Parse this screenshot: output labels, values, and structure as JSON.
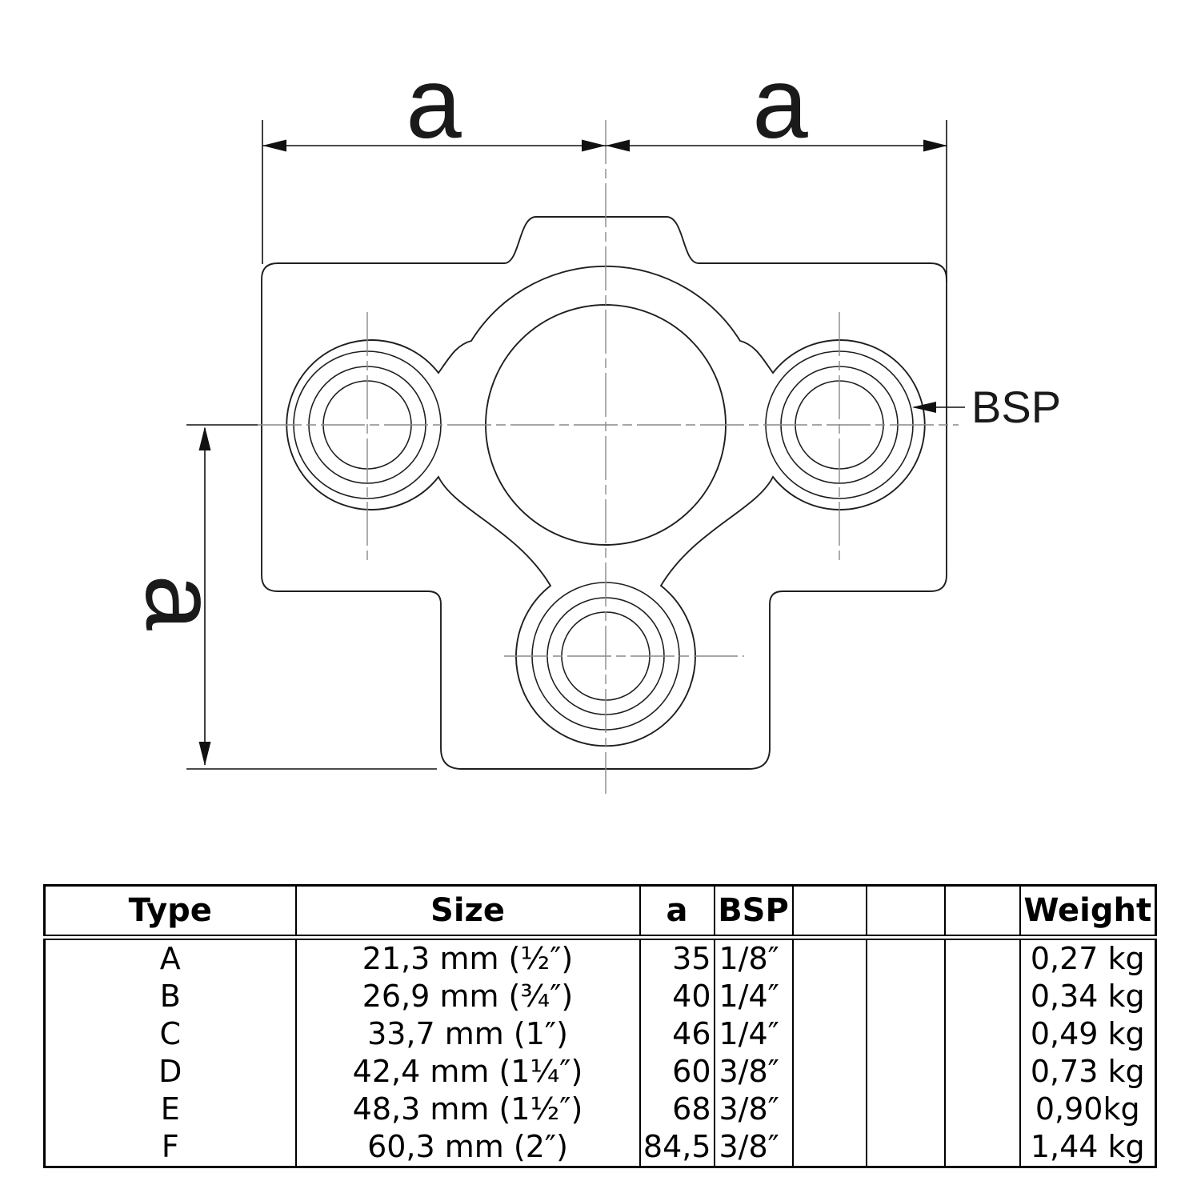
{
  "drawing": {
    "labels": {
      "dim_top_left": "a",
      "dim_top_right": "a",
      "dim_left": "a",
      "bsp": "BSP"
    },
    "colors": {
      "outline": "#1f1f1f",
      "centerline": "#8a8a8a",
      "dimension": "#111111",
      "background": "#ffffff"
    }
  },
  "table": {
    "headers": {
      "type": "Type",
      "size": "Size",
      "a": "a",
      "bsp": "BSP",
      "col5": "",
      "col6": "",
      "col7": "",
      "weight": "Weight"
    },
    "rows": [
      {
        "type": "A",
        "size": "21,3 mm (½″)",
        "a": "35",
        "bsp": "1/8″",
        "weight": "0,27 kg"
      },
      {
        "type": "B",
        "size": "26,9 mm (¾″)",
        "a": "40",
        "bsp": "1/4″",
        "weight": "0,34 kg"
      },
      {
        "type": "C",
        "size": "33,7 mm (1″)",
        "a": "46",
        "bsp": "1/4″",
        "weight": "0,49 kg"
      },
      {
        "type": "D",
        "size": "42,4 mm (1¼″)",
        "a": "60",
        "bsp": "3/8″",
        "weight": "0,73 kg"
      },
      {
        "type": "E",
        "size": "48,3 mm (1½″)",
        "a": "68",
        "bsp": "3/8″",
        "weight": "0,90kg"
      },
      {
        "type": "F",
        "size": "60,3 mm (2″)",
        "a": "84,5",
        "bsp": "3/8″",
        "weight": "1,44 kg"
      }
    ]
  }
}
